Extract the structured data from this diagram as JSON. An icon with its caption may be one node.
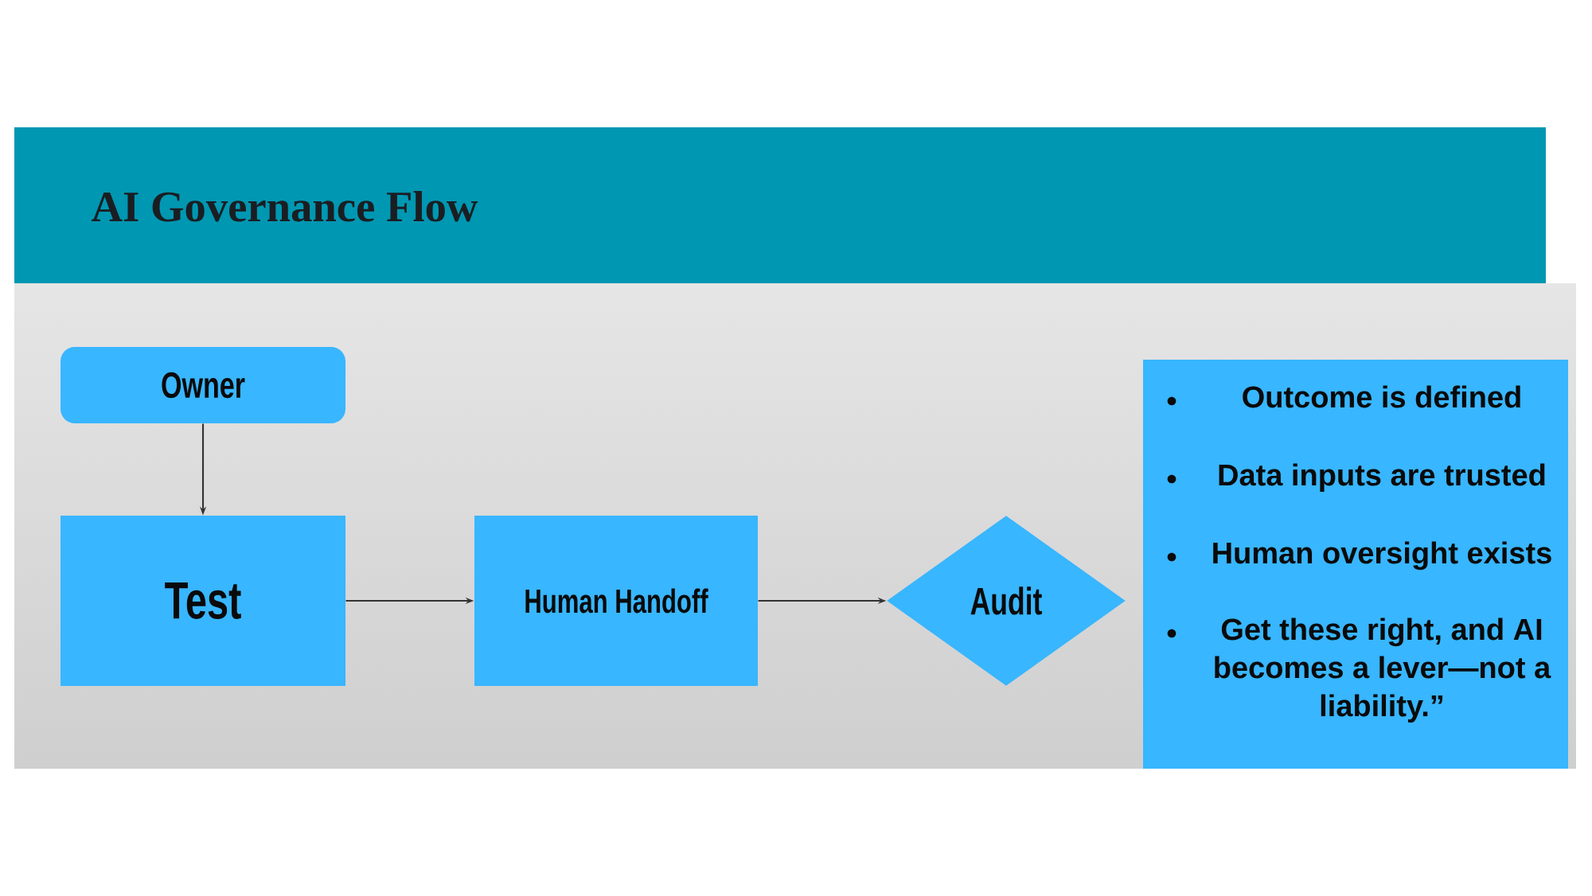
{
  "diagram": {
    "title": "AI Governance Flow",
    "nodes": [
      {
        "text": [
          "Owner"
        ]
      },
      {
        "text": [
          "Test"
        ]
      },
      {
        "text": [
          "Human Handoff"
        ]
      },
      {
        "text": [
          "Audit"
        ]
      },
      {
        "text": [
          "Outcome is defined",
          "Data inputs are trusted",
          "Human oversight exists",
          "Get these right, and AI becomes a lever—not a liability.”"
        ]
      }
    ],
    "edges": [
      {
        "from": 0,
        "to": 1,
        "arrow": "to"
      },
      {
        "from": 1,
        "to": 2,
        "arrow": "to"
      },
      {
        "from": 2,
        "to": 3,
        "arrow": "to"
      }
    ]
  }
}
